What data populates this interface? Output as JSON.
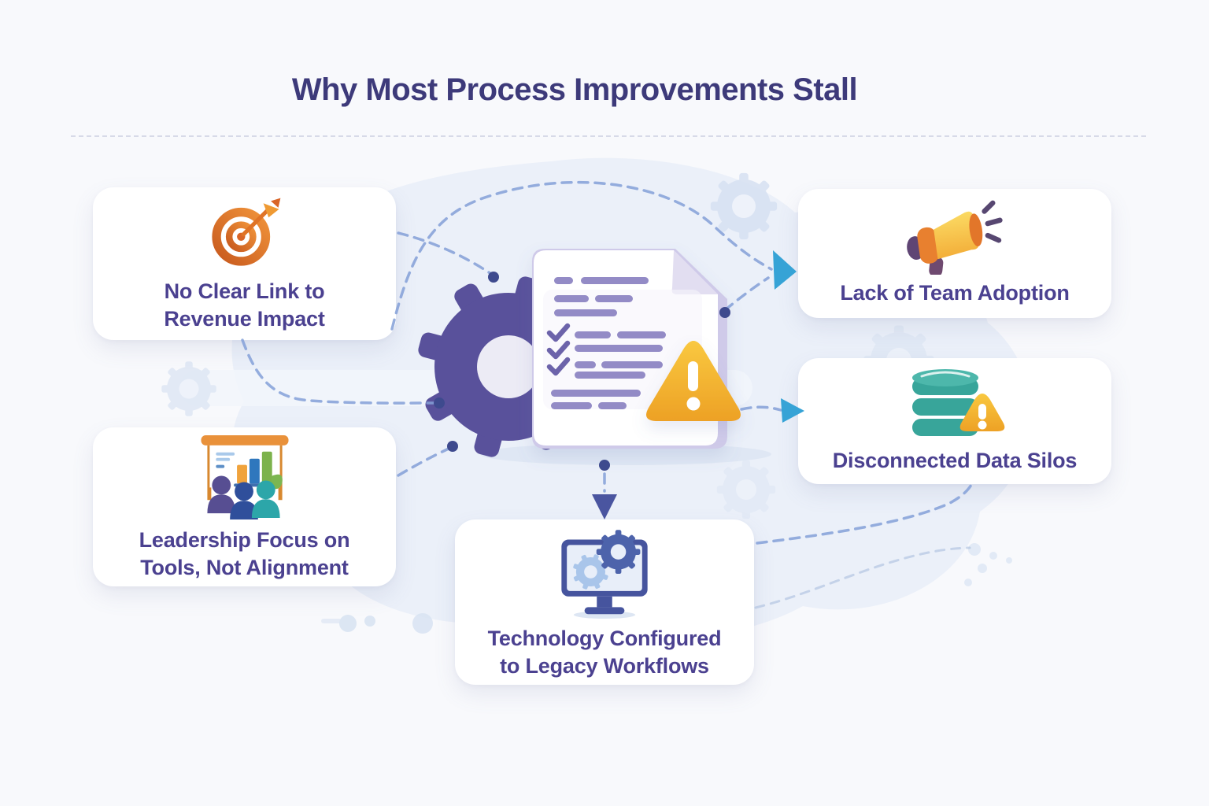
{
  "title": "Why Most Process Improvements Stall",
  "cards": {
    "revenue": {
      "icon": "target-icon",
      "lines": [
        "No Clear Link to",
        "Revenue Impact"
      ]
    },
    "leadership": {
      "icon": "presentation-chart-icon",
      "lines": [
        "Leadership Focus on",
        "Tools, Not Alignment"
      ]
    },
    "adoption": {
      "icon": "megaphone-icon",
      "lines": [
        "Lack of Team Adoption"
      ]
    },
    "silos": {
      "icon": "database-warning-icon",
      "lines": [
        "Disconnected Data Silos"
      ]
    },
    "technology": {
      "icon": "monitor-gears-icon",
      "lines": [
        "Technology Configured",
        "to Legacy Workflows"
      ]
    }
  },
  "center_illustration": {
    "icons": [
      "gear-icon",
      "checklist-document-icon",
      "warning-triangle-icon"
    ]
  },
  "connectors": {
    "style": "dashed curves with dots and arrowheads",
    "arrow_targets": [
      "Lack of Team Adoption",
      "Disconnected Data Silos",
      "Technology Configured to Legacy Workflows"
    ]
  },
  "colors": {
    "page_background": "#f8f9fc",
    "blob_background": "#e7edf8",
    "card_background": "#ffffff",
    "title_text": "#3d3a7a",
    "card_text": "#4b4190",
    "connector_dash": "#84a0d8",
    "connector_dot": "#3e4a8e",
    "arrow_cyan": "#36a3d6",
    "arrow_indigo": "#4a55a0",
    "gear_purple": "#59519b",
    "document_line_purple": "#938bc6",
    "warning_orange": "#f2a62c",
    "database_teal": "#3aa79c",
    "target_orange": "#dd6e26"
  }
}
